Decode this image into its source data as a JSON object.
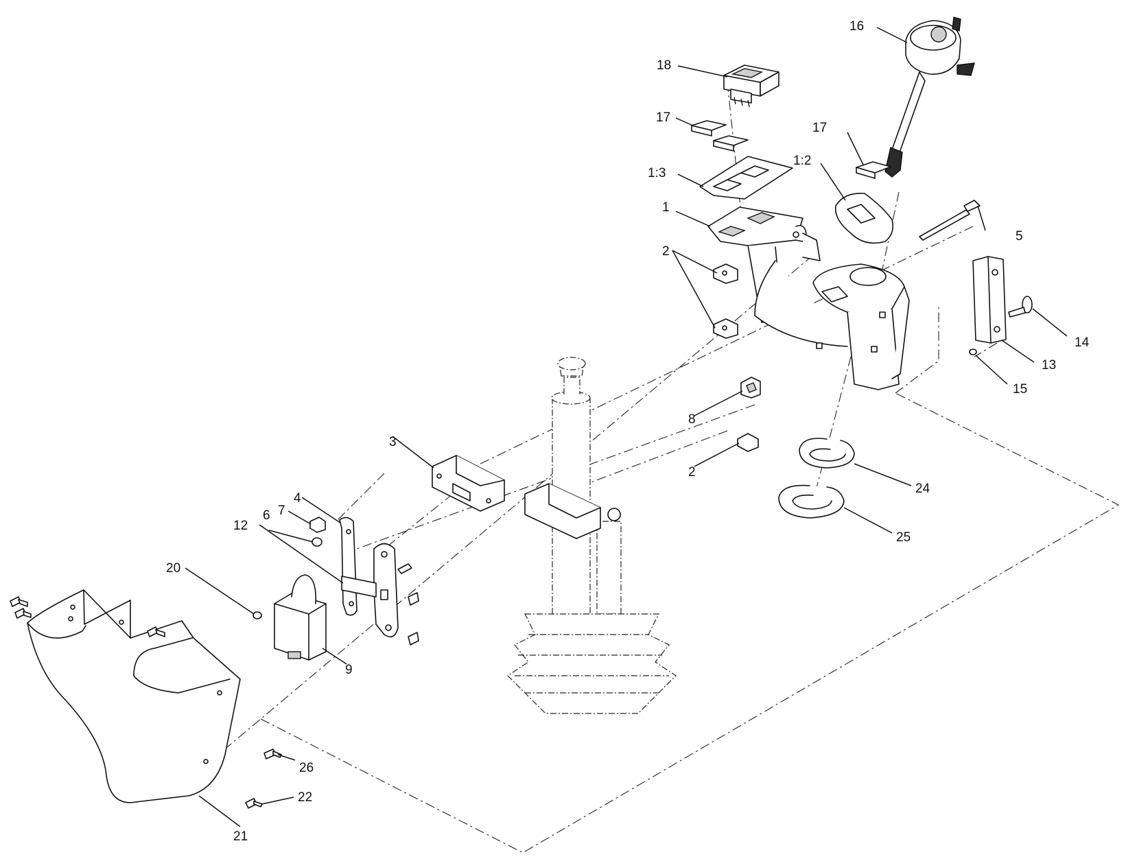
{
  "callouts": [
    {
      "label": "16"
    },
    {
      "label": "18"
    },
    {
      "label": "17"
    },
    {
      "label": "17"
    },
    {
      "label": "1:3"
    },
    {
      "label": "1:2"
    },
    {
      "label": "1"
    },
    {
      "label": "5"
    },
    {
      "label": "2"
    },
    {
      "label": "14"
    },
    {
      "label": "13"
    },
    {
      "label": "15"
    },
    {
      "label": "8"
    },
    {
      "label": "3"
    },
    {
      "label": "2"
    },
    {
      "label": "24"
    },
    {
      "label": "4"
    },
    {
      "label": "7"
    },
    {
      "label": "6"
    },
    {
      "label": "12"
    },
    {
      "label": "25"
    },
    {
      "label": "20"
    },
    {
      "label": "9"
    },
    {
      "label": "26"
    },
    {
      "label": "22"
    },
    {
      "label": "21"
    }
  ]
}
